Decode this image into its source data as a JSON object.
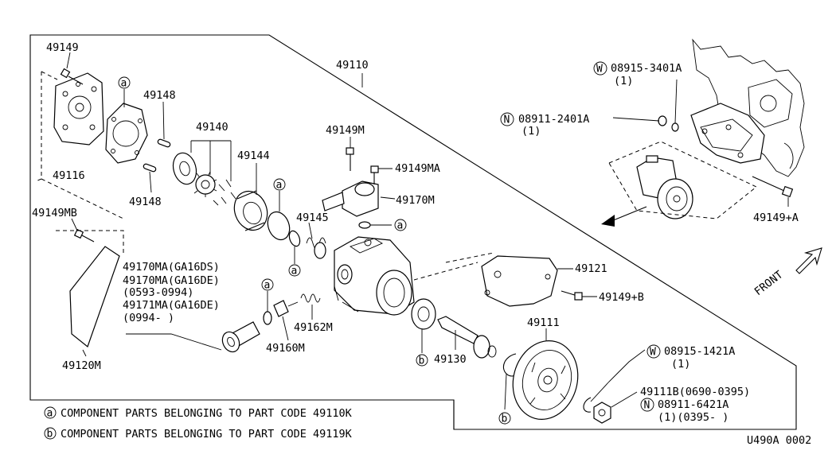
{
  "labels": {
    "p49149": "49149",
    "p49110": "49110",
    "p49148a": "49148",
    "p49140": "49140",
    "p49144": "49144",
    "p49116": "49116",
    "p49148b": "49148",
    "p49149mb": "49149MB",
    "p49149m": "49149M",
    "p49149ma": "49149MA",
    "p49170m": "49170M",
    "p49145": "49145",
    "variant1": "49170MA(GA16DS)",
    "variant2": "49170MA(GA16DE)",
    "variant3": "(0593-0994)",
    "variant4": "49171MA(GA16DE)",
    "variant5": "(0994-   )",
    "p49162m": "49162M",
    "p49160m": "49160M",
    "p49120m": "49120M",
    "p49121": "49121",
    "p49149b": "49149+B",
    "p49111": "49111",
    "p49130": "49130",
    "w2_code": "08915-1421A",
    "w2_qty": "(1)",
    "p49111b": "49111B(0690-0395)",
    "n2_code": "08911-6421A",
    "n2_qty": "(1)(0395-    )",
    "w1_code": "08915-3401A",
    "w1_qty": "(1)",
    "n1_code": "08911-2401A",
    "n1_qty": "(1)",
    "p49149a": "49149+A",
    "front": "FRONT"
  },
  "markers": {
    "a": "a",
    "b": "b",
    "w": "W",
    "n": "N"
  },
  "legend": {
    "a_text": "COMPONENT PARTS BELONGING TO PART CODE 49110K",
    "b_text": "COMPONENT PARTS BELONGING TO PART CODE 49119K"
  },
  "figure_code": "U490A 0002"
}
